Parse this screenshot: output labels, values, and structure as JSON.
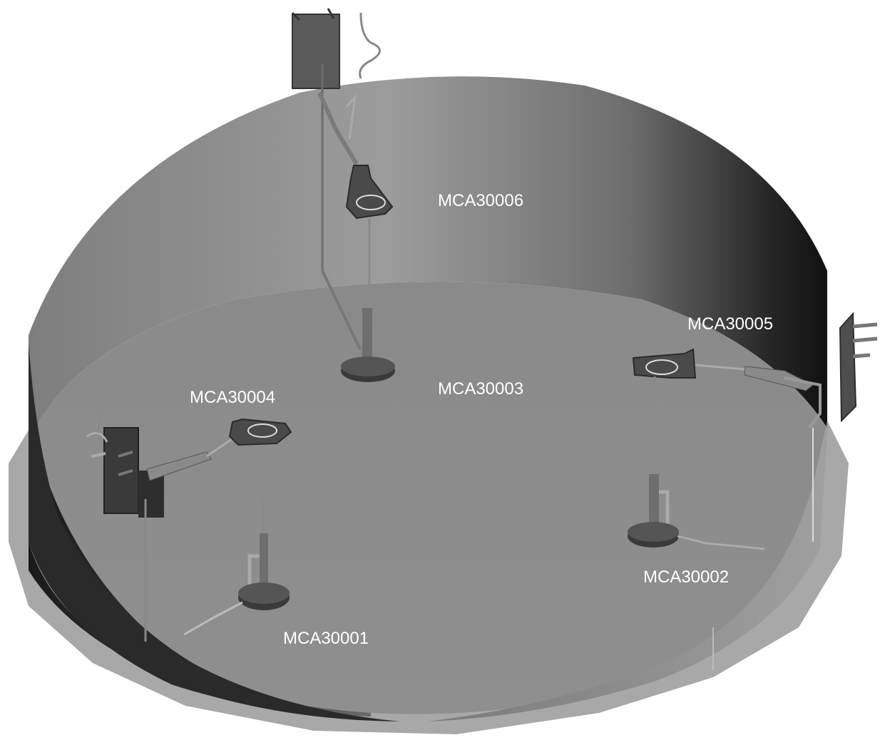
{
  "sensors": [
    {
      "id": "mca30006",
      "label": "MCA30006"
    },
    {
      "id": "mca30005",
      "label": "MCA30005"
    },
    {
      "id": "mca30003",
      "label": "MCA30003"
    },
    {
      "id": "mca30004",
      "label": "MCA30004"
    },
    {
      "id": "mca30002",
      "label": "MCA30002"
    },
    {
      "id": "mca30001",
      "label": "MCA30001"
    }
  ],
  "colors": {
    "background": "#ffffff",
    "base_ring": "#a8a8a8",
    "floor": "#8c8c8c",
    "wall_light": "#9a9a9a",
    "wall_dark": "#151515",
    "label_text": "#ffffff"
  }
}
